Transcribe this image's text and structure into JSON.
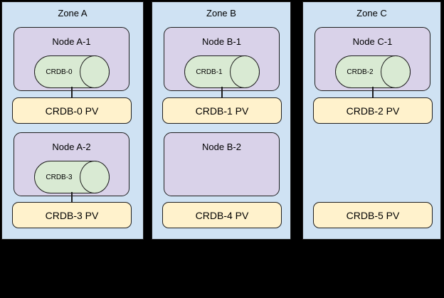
{
  "colors": {
    "background": "#000000",
    "zone_fill": "#cfe2f3",
    "node_fill": "#d9d2e9",
    "cylinder_fill": "#d9ead3",
    "pv_fill": "#fff2cc",
    "border": "#1f1f1f",
    "text": "#000000"
  },
  "zones": [
    {
      "title": "Zone A",
      "nodes": [
        {
          "title": "Node A-1",
          "cylinder": "CRDB-0",
          "pv": "CRDB-0 PV",
          "connected": true
        },
        {
          "title": "Node A-2",
          "cylinder": "CRDB-3",
          "pv": "CRDB-3 PV",
          "connected": true
        }
      ]
    },
    {
      "title": "Zone B",
      "nodes": [
        {
          "title": "Node B-1",
          "cylinder": "CRDB-1",
          "pv": "CRDB-1 PV",
          "connected": true
        },
        {
          "title": "Node B-2",
          "cylinder": null,
          "pv": "CRDB-4 PV",
          "connected": false
        }
      ]
    },
    {
      "title": "Zone C",
      "nodes": [
        {
          "title": "Node C-1",
          "cylinder": "CRDB-2",
          "pv": "CRDB-2 PV",
          "connected": true
        },
        {
          "title": null,
          "cylinder": null,
          "pv": "CRDB-5 PV",
          "connected": false
        }
      ]
    }
  ]
}
